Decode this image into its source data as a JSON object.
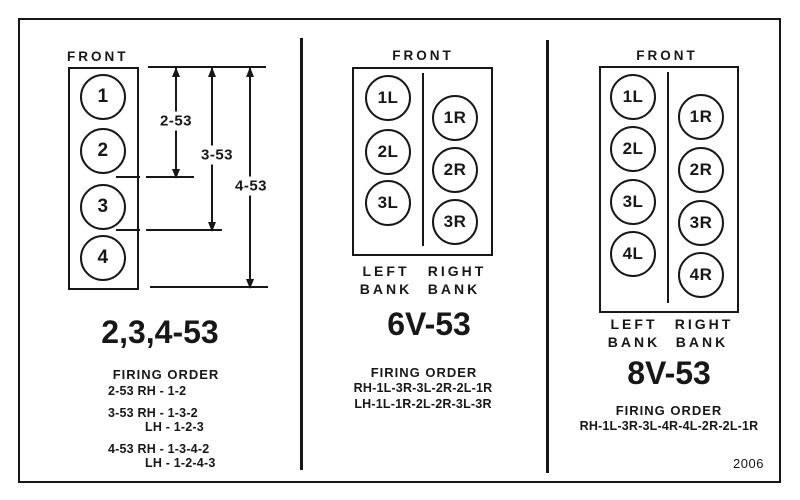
{
  "figure": {
    "figure_number": "2006",
    "ink_color": "#171717",
    "paper_color": "#ffffff"
  },
  "inline_panel": {
    "front_label": "FRONT",
    "cylinders": [
      "1",
      "2",
      "3",
      "4"
    ],
    "dimension_labels": [
      "2-53",
      "3-53",
      "4-53"
    ],
    "title": "2,3,4-53",
    "firing_order_heading": "FIRING ORDER",
    "firing_order_lines": [
      "2-53 RH - 1-2",
      "3-53 RH - 1-3-2",
      "LH - 1-2-3",
      "4-53 RH - 1-3-4-2",
      "LH - 1-2-4-3"
    ]
  },
  "v6_panel": {
    "front_label": "FRONT",
    "left_bank_cylinders": [
      "1L",
      "2L",
      "3L"
    ],
    "right_bank_cylinders": [
      "1R",
      "2R",
      "3R"
    ],
    "bank_labels": {
      "left": [
        "LEFT",
        "BANK"
      ],
      "right": [
        "RIGHT",
        "BANK"
      ]
    },
    "title": "6V-53",
    "firing_order_heading": "FIRING ORDER",
    "firing_order_lines": [
      "RH-1L-3R-3L-2R-2L-1R",
      "LH-1L-1R-2L-2R-3L-3R"
    ]
  },
  "v8_panel": {
    "front_label": "FRONT",
    "left_bank_cylinders": [
      "1L",
      "2L",
      "3L",
      "4L"
    ],
    "right_bank_cylinders": [
      "1R",
      "2R",
      "3R",
      "4R"
    ],
    "bank_labels": {
      "left": [
        "LEFT",
        "BANK"
      ],
      "right": [
        "RIGHT",
        "BANK"
      ]
    },
    "title": "8V-53",
    "firing_order_heading": "FIRING ORDER",
    "firing_order_lines": [
      "RH-1L-3R-3L-4R-4L-2R-2L-1R"
    ]
  }
}
